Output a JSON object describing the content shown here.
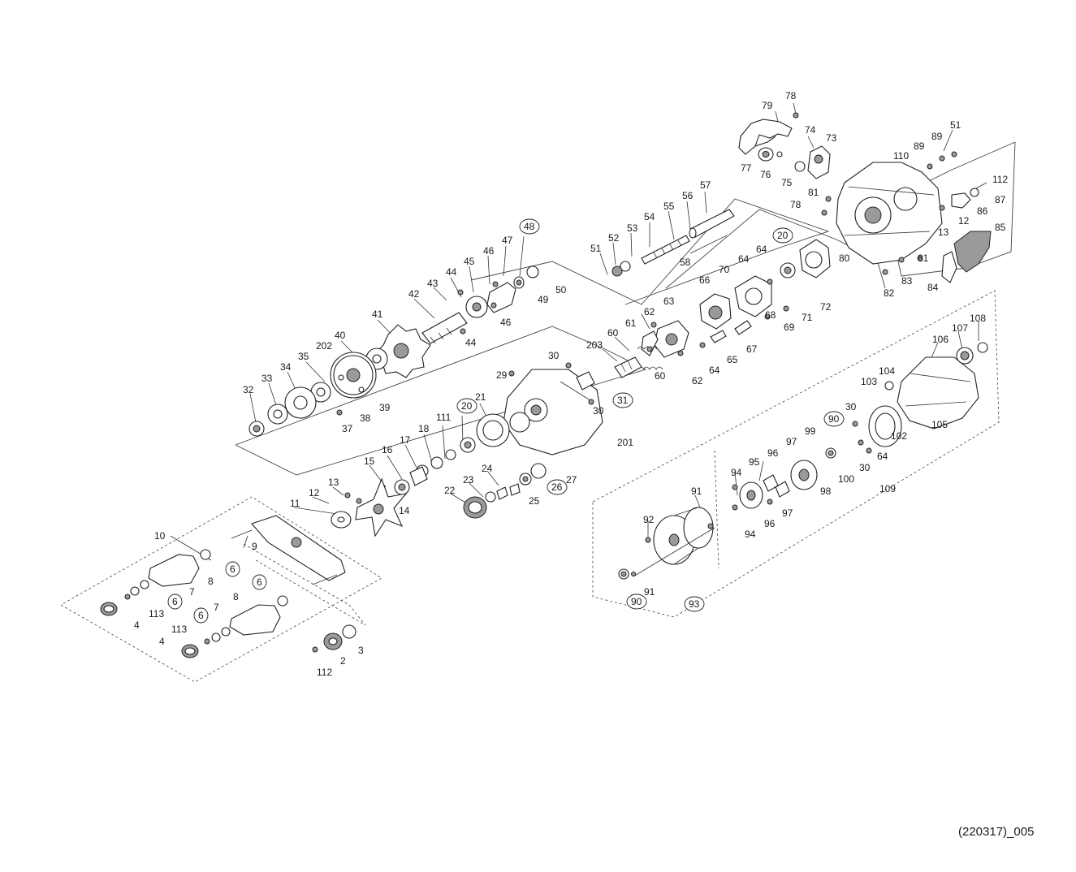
{
  "figure": {
    "code": "(220317)_005",
    "colors": {
      "line": "#222222",
      "text": "#1a1a1a",
      "background": "#ffffff"
    }
  },
  "labels": [
    {
      "id": "l78a",
      "text": "78"
    },
    {
      "id": "l79",
      "text": "79"
    },
    {
      "id": "l74",
      "text": "74"
    },
    {
      "id": "l73",
      "text": "73"
    },
    {
      "id": "l77",
      "text": "77"
    },
    {
      "id": "l76",
      "text": "76"
    },
    {
      "id": "l75",
      "text": "75"
    },
    {
      "id": "l51a",
      "text": "51"
    },
    {
      "id": "l89a",
      "text": "89"
    },
    {
      "id": "l89b",
      "text": "89"
    },
    {
      "id": "l110",
      "text": "110"
    },
    {
      "id": "l112a",
      "text": "112"
    },
    {
      "id": "l87",
      "text": "87"
    },
    {
      "id": "l86",
      "text": "86"
    },
    {
      "id": "l12a",
      "text": "12"
    },
    {
      "id": "l13a",
      "text": "13"
    },
    {
      "id": "l85",
      "text": "85"
    },
    {
      "id": "l81a",
      "text": "81"
    },
    {
      "id": "l78b",
      "text": "78"
    },
    {
      "id": "l57",
      "text": "57"
    },
    {
      "id": "l56",
      "text": "56"
    },
    {
      "id": "l55",
      "text": "55"
    },
    {
      "id": "l54",
      "text": "54"
    },
    {
      "id": "l53",
      "text": "53"
    },
    {
      "id": "l52",
      "text": "52"
    },
    {
      "id": "l51b",
      "text": "51"
    },
    {
      "id": "l58",
      "text": "58"
    },
    {
      "id": "l20a",
      "text": "20",
      "circled": true
    },
    {
      "id": "l80",
      "text": "80"
    },
    {
      "id": "l81b",
      "text": "81"
    },
    {
      "id": "l82",
      "text": "82"
    },
    {
      "id": "l83",
      "text": "83"
    },
    {
      "id": "l84",
      "text": "84"
    },
    {
      "id": "l72",
      "text": "72"
    },
    {
      "id": "l64a",
      "text": "64"
    },
    {
      "id": "l64b",
      "text": "64"
    },
    {
      "id": "l70",
      "text": "70"
    },
    {
      "id": "l66",
      "text": "66"
    },
    {
      "id": "l71",
      "text": "71"
    },
    {
      "id": "l69",
      "text": "69"
    },
    {
      "id": "l63",
      "text": "63"
    },
    {
      "id": "l62a",
      "text": "62"
    },
    {
      "id": "l61",
      "text": "61"
    },
    {
      "id": "l60a",
      "text": "60"
    },
    {
      "id": "l68",
      "text": "68"
    },
    {
      "id": "l67",
      "text": "67"
    },
    {
      "id": "l65",
      "text": "65"
    },
    {
      "id": "l64c",
      "text": "64"
    },
    {
      "id": "l62b",
      "text": "62"
    },
    {
      "id": "l60b",
      "text": "60"
    },
    {
      "id": "l203",
      "text": "203"
    },
    {
      "id": "l48",
      "text": "48",
      "circled": true
    },
    {
      "id": "l47",
      "text": "47"
    },
    {
      "id": "l46a",
      "text": "46"
    },
    {
      "id": "l45",
      "text": "45"
    },
    {
      "id": "l44a",
      "text": "44"
    },
    {
      "id": "l43",
      "text": "43"
    },
    {
      "id": "l42",
      "text": "42"
    },
    {
      "id": "l49",
      "text": "49"
    },
    {
      "id": "l50",
      "text": "50"
    },
    {
      "id": "l46b",
      "text": "46"
    },
    {
      "id": "l44b",
      "text": "44"
    },
    {
      "id": "l41",
      "text": "41"
    },
    {
      "id": "l40",
      "text": "40"
    },
    {
      "id": "l202",
      "text": "202"
    },
    {
      "id": "l35",
      "text": "35"
    },
    {
      "id": "l34",
      "text": "34"
    },
    {
      "id": "l33",
      "text": "33"
    },
    {
      "id": "l32",
      "text": "32"
    },
    {
      "id": "l39",
      "text": "39"
    },
    {
      "id": "l38",
      "text": "38"
    },
    {
      "id": "l37",
      "text": "37"
    },
    {
      "id": "l30a",
      "text": "30"
    },
    {
      "id": "l29",
      "text": "29"
    },
    {
      "id": "l31",
      "text": "31",
      "circled": true
    },
    {
      "id": "l30b",
      "text": "30"
    },
    {
      "id": "l201",
      "text": "201"
    },
    {
      "id": "l21",
      "text": "21"
    },
    {
      "id": "l20b",
      "text": "20",
      "circled": true
    },
    {
      "id": "l111",
      "text": "111"
    },
    {
      "id": "l18",
      "text": "18"
    },
    {
      "id": "l17",
      "text": "17"
    },
    {
      "id": "l16",
      "text": "16"
    },
    {
      "id": "l15",
      "text": "15"
    },
    {
      "id": "l24",
      "text": "24"
    },
    {
      "id": "l23",
      "text": "23"
    },
    {
      "id": "l22",
      "text": "22"
    },
    {
      "id": "l25",
      "text": "25"
    },
    {
      "id": "l26",
      "text": "26",
      "circled": true
    },
    {
      "id": "l27",
      "text": "27"
    },
    {
      "id": "l13b",
      "text": "13"
    },
    {
      "id": "l12b",
      "text": "12"
    },
    {
      "id": "l11",
      "text": "11"
    },
    {
      "id": "l14",
      "text": "14"
    },
    {
      "id": "l10",
      "text": "10"
    },
    {
      "id": "l9",
      "text": "9"
    },
    {
      "id": "l6a",
      "text": "6",
      "circled": true
    },
    {
      "id": "l8a",
      "text": "8"
    },
    {
      "id": "l7a",
      "text": "7"
    },
    {
      "id": "l6b",
      "text": "6",
      "circled": true
    },
    {
      "id": "l113a",
      "text": "113"
    },
    {
      "id": "l4a",
      "text": "4"
    },
    {
      "id": "l6c",
      "text": "6",
      "circled": true
    },
    {
      "id": "l8b",
      "text": "8"
    },
    {
      "id": "l6d",
      "text": "6",
      "circled": true
    },
    {
      "id": "l7b",
      "text": "7"
    },
    {
      "id": "l113b",
      "text": "113"
    },
    {
      "id": "l4b",
      "text": "4"
    },
    {
      "id": "l3",
      "text": "3"
    },
    {
      "id": "l2",
      "text": "2"
    },
    {
      "id": "l112b",
      "text": "112"
    },
    {
      "id": "l108",
      "text": "108"
    },
    {
      "id": "l107",
      "text": "107"
    },
    {
      "id": "l106",
      "text": "106"
    },
    {
      "id": "l104",
      "text": "104"
    },
    {
      "id": "l103",
      "text": "103"
    },
    {
      "id": "l30c",
      "text": "30"
    },
    {
      "id": "l105",
      "text": "105"
    },
    {
      "id": "l102",
      "text": "102"
    },
    {
      "id": "l90a",
      "text": "90",
      "circled": true
    },
    {
      "id": "l99",
      "text": "99"
    },
    {
      "id": "l97a",
      "text": "97"
    },
    {
      "id": "l96a",
      "text": "96"
    },
    {
      "id": "l95",
      "text": "95"
    },
    {
      "id": "l94a",
      "text": "94"
    },
    {
      "id": "l98",
      "text": "98"
    },
    {
      "id": "l100",
      "text": "100"
    },
    {
      "id": "l30d",
      "text": "30"
    },
    {
      "id": "l64d",
      "text": "64"
    },
    {
      "id": "l109",
      "text": "109"
    },
    {
      "id": "l97b",
      "text": "97"
    },
    {
      "id": "l96b",
      "text": "96"
    },
    {
      "id": "l94b",
      "text": "94"
    },
    {
      "id": "l91a",
      "text": "91"
    },
    {
      "id": "l92",
      "text": "92"
    },
    {
      "id": "l91b",
      "text": "91"
    },
    {
      "id": "l90b",
      "text": "90",
      "circled": true
    },
    {
      "id": "l93",
      "text": "93",
      "circled": true
    }
  ]
}
